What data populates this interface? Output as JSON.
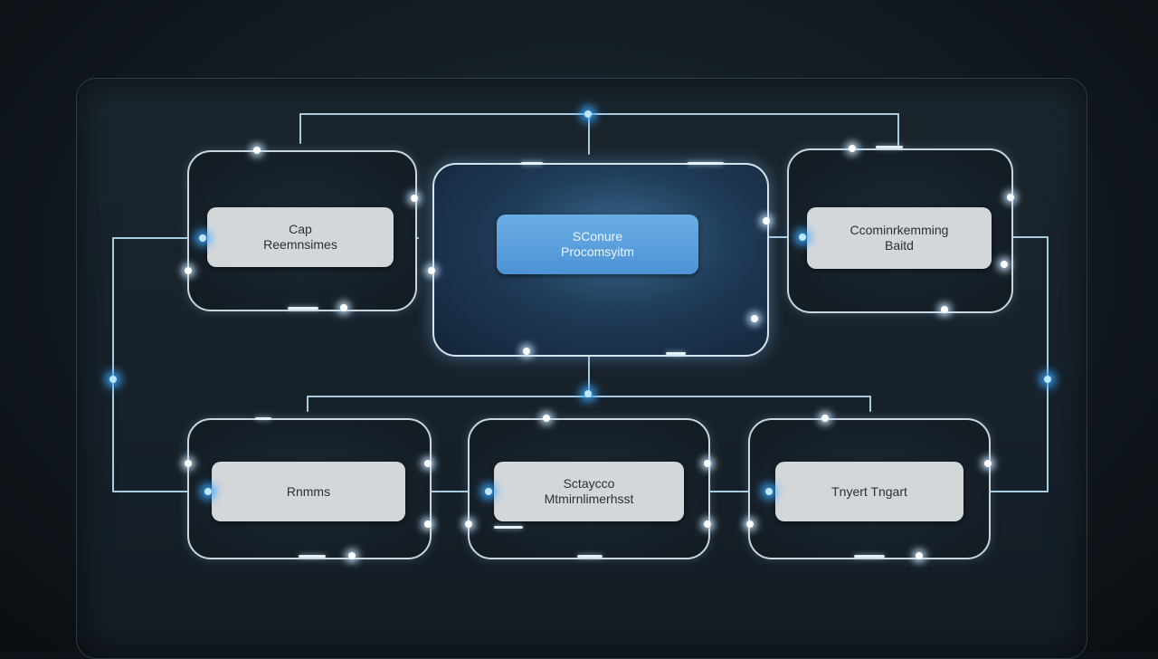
{
  "diagram": {
    "nodes": [
      {
        "id": "top-left",
        "lines": [
          "Cap",
          "Reemnsimes"
        ]
      },
      {
        "id": "center",
        "lines": [
          "SConure",
          "Procomsyitm"
        ]
      },
      {
        "id": "top-right",
        "lines": [
          "Ccominrkemming",
          "Baitd"
        ]
      },
      {
        "id": "bottom-left",
        "lines": [
          "Rnmms"
        ]
      },
      {
        "id": "bottom-middle",
        "lines": [
          "Sctaycco",
          "Mtmirnlimerhsst"
        ]
      },
      {
        "id": "bottom-right",
        "lines": [
          "Tnyert Tngart"
        ]
      }
    ]
  },
  "colors": {
    "background": "#121a20",
    "wire": "#b9dff5",
    "frame_border": "#c9d6de",
    "node_fill": "#d4d7da",
    "center_node_fill": "#5aa0dc",
    "glow_blue": "#3fa9ff"
  }
}
